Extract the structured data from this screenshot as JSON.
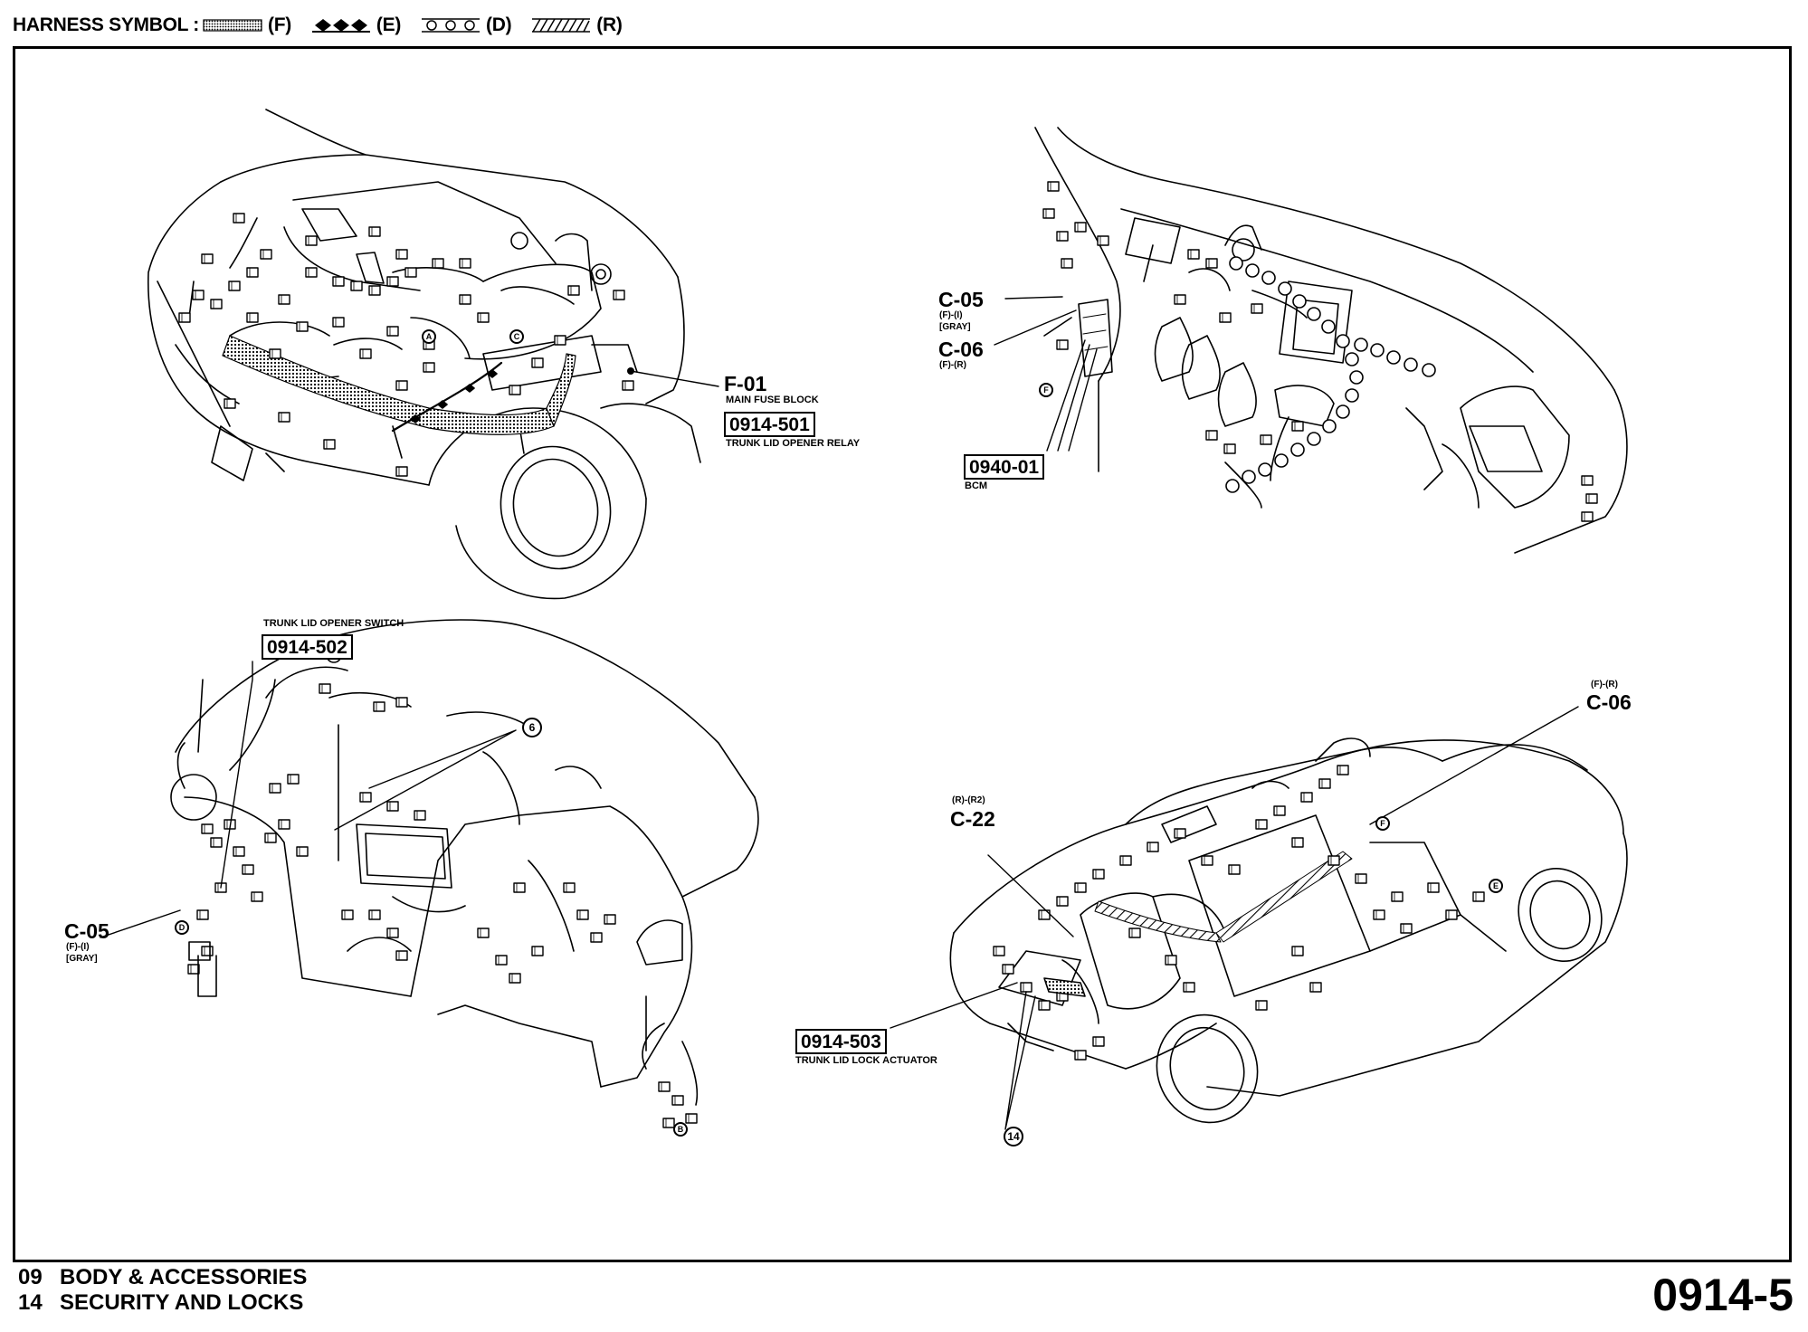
{
  "legend": {
    "title": "HARNESS SYMBOL :",
    "items": [
      {
        "symbol": "dotted",
        "code": "(F)"
      },
      {
        "symbol": "diamonds",
        "code": "(E)"
      },
      {
        "symbol": "circles",
        "code": "(D)"
      },
      {
        "symbol": "hatched",
        "code": "(R)"
      }
    ]
  },
  "callouts": {
    "f01": {
      "code": "F-01",
      "name": "MAIN FUSE BLOCK"
    },
    "r501": {
      "ref": "0914-501",
      "name": "TRUNK LID OPENER RELAY"
    },
    "c05_top": {
      "code": "C-05",
      "sub1": "(F)-(I)",
      "sub2": "[GRAY]"
    },
    "c06_top": {
      "code": "C-06",
      "sub1": "(F)-(R)"
    },
    "r0940": {
      "ref": "0940-01",
      "name": "BCM"
    },
    "r502": {
      "name": "TRUNK LID OPENER SWITCH",
      "ref": "0914-502"
    },
    "c05_bot": {
      "code": "C-05",
      "sub1": "(F)-(I)",
      "sub2": "[GRAY]"
    },
    "c22": {
      "sub1": "(R)-(R2)",
      "code": "C-22"
    },
    "c06_bot": {
      "sub1": "(F)-(R)",
      "code": "C-06"
    },
    "r503": {
      "ref": "0914-503",
      "name": "TRUNK LID LOCK ACTUATOR"
    }
  },
  "markers": {
    "g6": "6",
    "g14": "14",
    "a": "A",
    "b": "B",
    "c": "C",
    "d": "D",
    "e": "E",
    "f": "F",
    "f2": "F"
  },
  "footer": {
    "line1_num": "09",
    "line1_text": "BODY & ACCESSORIES",
    "line2_num": "14",
    "line2_text": "SECURITY AND LOCKS",
    "page": "0914-5"
  }
}
